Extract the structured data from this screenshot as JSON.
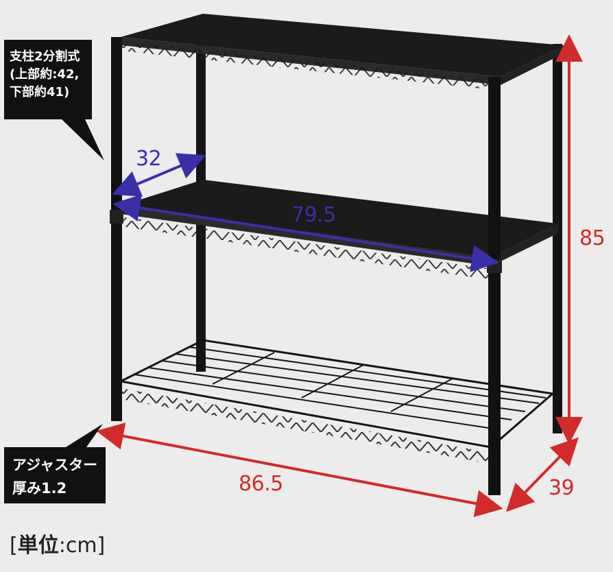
{
  "callouts": {
    "post_split": [
      "支柱2分割式",
      "(上部約:42,",
      "下部約41)"
    ],
    "adjuster": [
      "アジャスター",
      "厚み1.2"
    ]
  },
  "dimensions": {
    "depth_inner": "32",
    "width_inner": "79.5",
    "height": "85",
    "width": "86.5",
    "depth": "39"
  },
  "unit": {
    "open_bracket": "[",
    "label": "単位",
    "separator": ":",
    "value": "cm",
    "close_bracket": "]"
  },
  "colors": {
    "background": "#ececec",
    "red_dimension": "#d32a2a",
    "blue_dimension": "#3a2fa8",
    "rack": "#151515"
  }
}
